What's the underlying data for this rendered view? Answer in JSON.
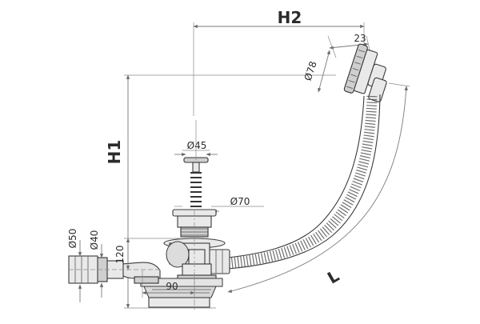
{
  "diagram": {
    "labels": {
      "h2": "H2",
      "h1": "H1",
      "l": "L",
      "d23": "23",
      "d78": "Ø78",
      "d45": "Ø45",
      "d70": "Ø70",
      "d50": "Ø50",
      "d40": "Ø40",
      "d120": "120",
      "d90": "90"
    },
    "colors": {
      "line": "#3a3a3a",
      "dimension": "#7a7a7a",
      "fill_light": "#e9e9e9",
      "fill_dark": "#cfcfcf"
    }
  }
}
